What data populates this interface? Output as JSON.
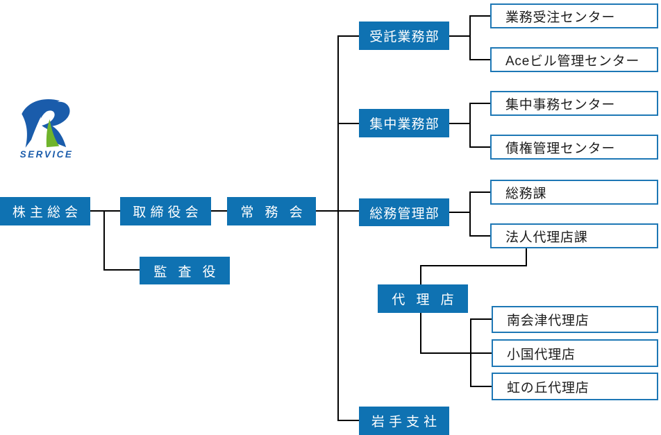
{
  "logo": {
    "service_text": "SERVICE",
    "mark": "stylized-7R-logo",
    "colors": {
      "blue": "#1a5cab",
      "green": "#6fb42c"
    }
  },
  "colors": {
    "solid_box_bg": "#0f72b2",
    "solid_box_text": "#ffffff",
    "outline_box_border": "#1d77b5",
    "outline_box_text": "#1c1c1c",
    "connector_line": "#000000",
    "background": "#ffffff"
  },
  "nodes": {
    "shareholders": {
      "label": "株主総会"
    },
    "board": {
      "label": "取締役会"
    },
    "executive_committee": {
      "label": "常務会"
    },
    "auditor": {
      "label": "監査役"
    },
    "entrusted_business_dept": {
      "label": "受託業務部"
    },
    "centralized_business_dept": {
      "label": "集中業務部"
    },
    "general_affairs_mgmt_dept": {
      "label": "総務管理部"
    },
    "agency": {
      "label": "代理店"
    },
    "iwate_branch": {
      "label": "岩手支社"
    },
    "order_center": {
      "label": "業務受注センター"
    },
    "ace_building_center": {
      "label": "Aceビル管理センター"
    },
    "central_office_center": {
      "label": "集中事務センター"
    },
    "receivables_center": {
      "label": "債権管理センター"
    },
    "general_affairs_section": {
      "label": "総務課"
    },
    "corporate_agency_section": {
      "label": "法人代理店課"
    },
    "minamiaizu_agency": {
      "label": "南会津代理店"
    },
    "oguni_agency": {
      "label": "小国代理店"
    },
    "nijinooka_agency": {
      "label": "虹の丘代理店"
    }
  },
  "structure": {
    "株主総会": [
      "取締役会",
      "監査役"
    ],
    "取締役会": [
      "常務会"
    ],
    "常務会": [
      "受託業務部",
      "集中業務部",
      "総務管理部",
      "岩手支社"
    ],
    "受託業務部": [
      "業務受注センター",
      "Aceビル管理センター"
    ],
    "集中業務部": [
      "集中事務センター",
      "債権管理センター"
    ],
    "総務管理部": [
      "総務課",
      "法人代理店課"
    ],
    "法人代理店課": [
      "代理店"
    ],
    "代理店": [
      "南会津代理店",
      "小国代理店",
      "虹の丘代理店"
    ]
  }
}
